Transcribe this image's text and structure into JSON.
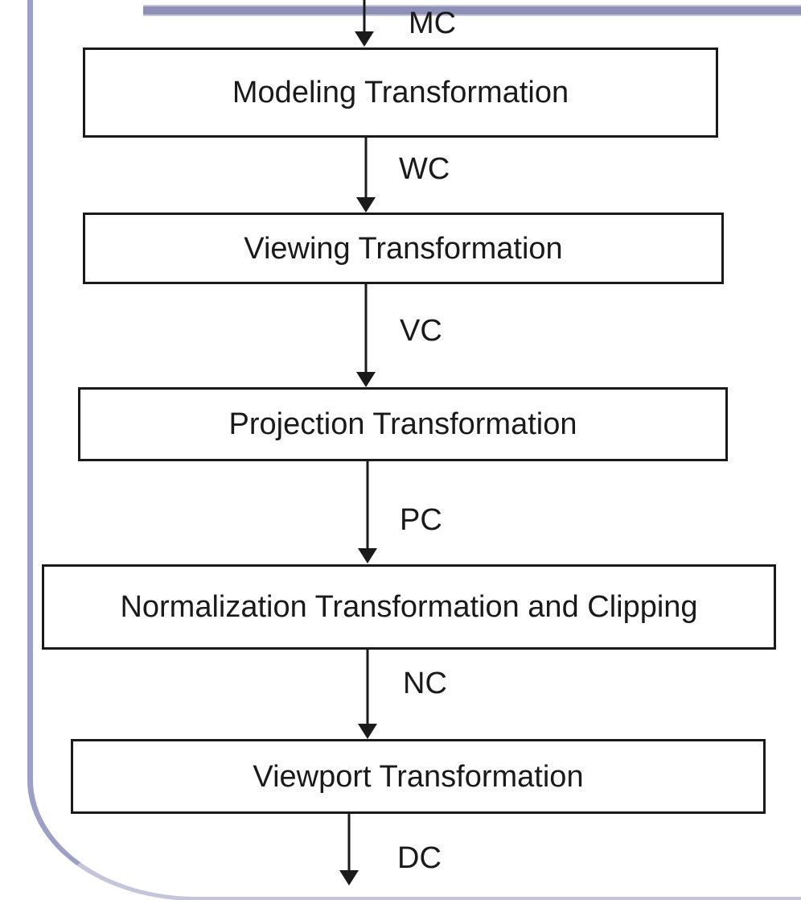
{
  "slide": {
    "background_color": "#ffffff",
    "accent_bar_color": "#8e90b8",
    "border_color": "#9ca0c6",
    "bottom_border_color": "#c3c5da",
    "text_color": "#1a1a1a",
    "box_border_color": "#1a1a1a"
  },
  "diagram": {
    "type": "flowchart",
    "flow_direction": "top-to-bottom",
    "stages": [
      {
        "label": "Modeling Transformation"
      },
      {
        "label": "Viewing Transformation"
      },
      {
        "label": "Projection Transformation"
      },
      {
        "label": "Normalization Transformation and Clipping"
      },
      {
        "label": "Viewport Transformation"
      }
    ],
    "edges": [
      {
        "label": "MC",
        "to": "Modeling Transformation"
      },
      {
        "label": "WC",
        "from": "Modeling Transformation",
        "to": "Viewing Transformation"
      },
      {
        "label": "VC",
        "from": "Viewing Transformation",
        "to": "Projection Transformation"
      },
      {
        "label": "PC",
        "from": "Projection Transformation",
        "to": "Normalization Transformation and Clipping"
      },
      {
        "label": "NC",
        "from": "Normalization Transformation and Clipping",
        "to": "Viewport Transformation"
      },
      {
        "label": "DC",
        "from": "Viewport Transformation"
      }
    ]
  }
}
